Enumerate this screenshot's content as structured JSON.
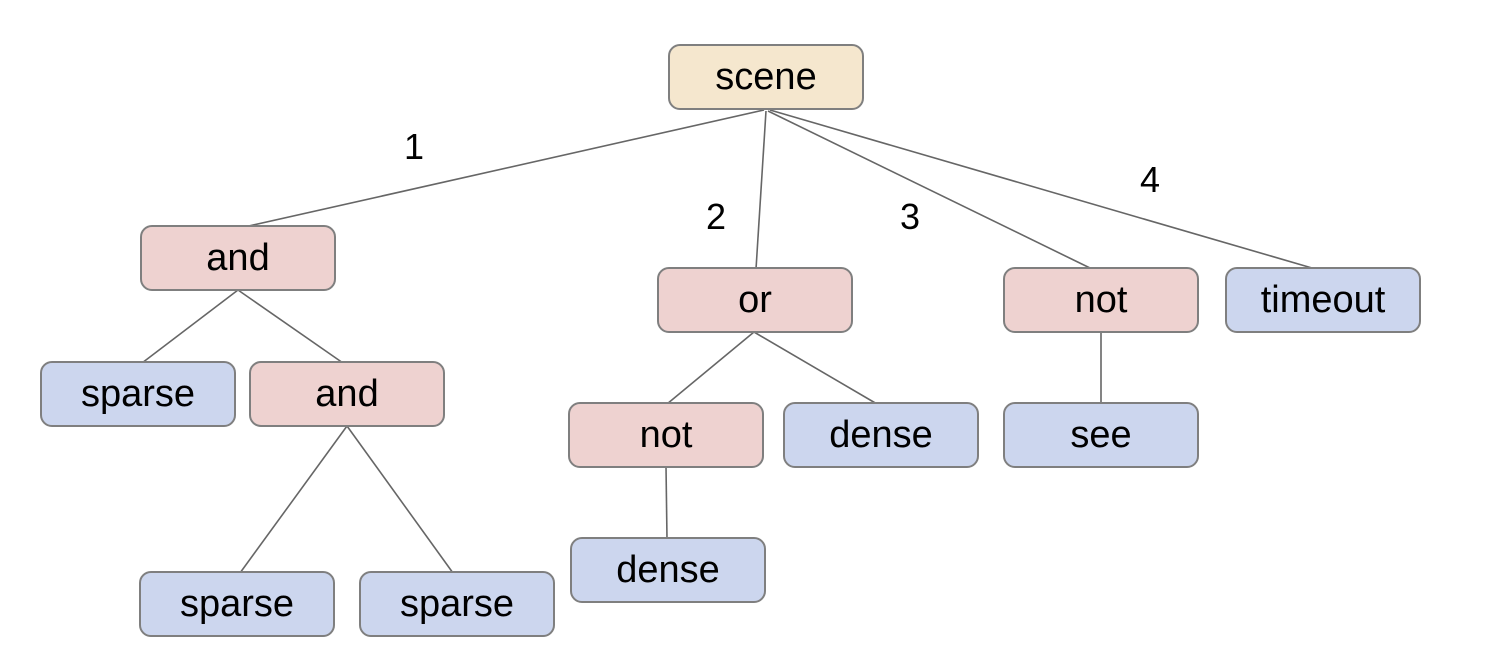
{
  "diagram": {
    "description": "tree",
    "nodes": {
      "scene": "scene",
      "and1": "and",
      "or1": "or",
      "not1": "not",
      "timeout1": "timeout",
      "sparse1": "sparse",
      "and2": "and",
      "not2": "not",
      "dense1": "dense",
      "see1": "see",
      "sparse2": "sparse",
      "sparse3": "sparse",
      "dense2": "dense"
    },
    "edge_labels": {
      "branch1": "1",
      "branch2": "2",
      "branch3": "3",
      "branch4": "4"
    },
    "colors": {
      "background": "#ffffff",
      "root_fill": "#f5e7ce",
      "operator_fill": "#eed2d0",
      "leaf_fill": "#ccd6ee",
      "node_border": "#7f7f7f",
      "edge_line": "#666666",
      "text": "#000000"
    }
  }
}
